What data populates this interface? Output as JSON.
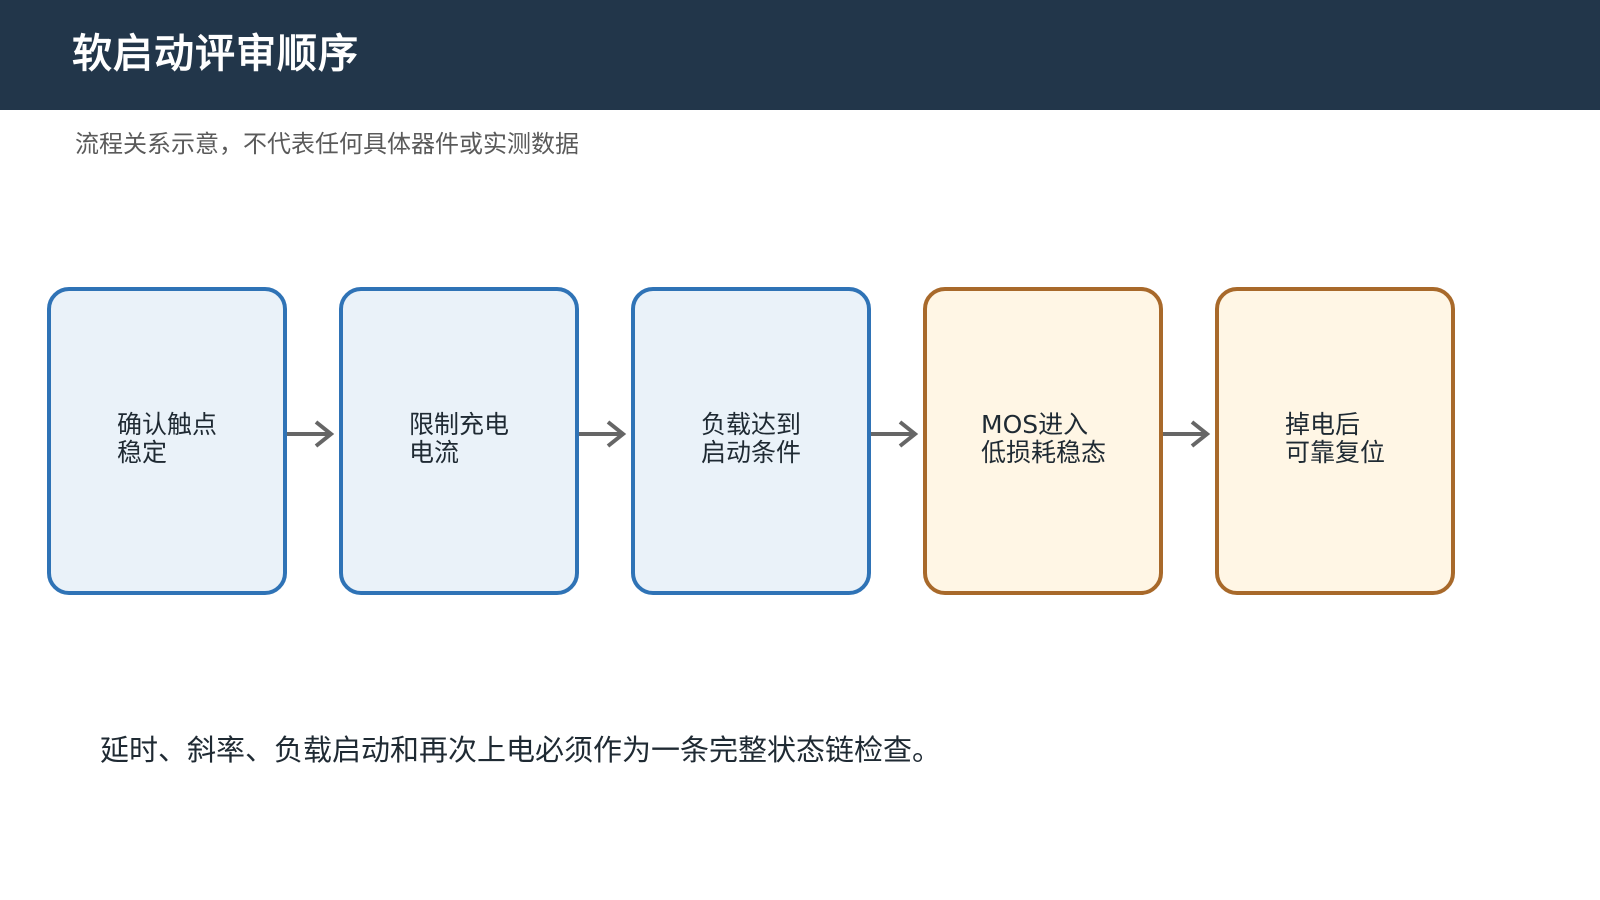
{
  "header": {
    "title": "软启动评审顺序"
  },
  "subtitle": "流程关系示意，不代表任何具体器件或实测数据",
  "diagram": {
    "steps": [
      {
        "line1": "确认触点",
        "line2": "稳定",
        "color": "#2f73b6"
      },
      {
        "line1": "限制充电",
        "line2": "电流",
        "color": "#2f73b6"
      },
      {
        "line1": "负载达到",
        "line2": "启动条件",
        "color": "#2f73b6"
      },
      {
        "line1": "MOS进入",
        "line2": "低损耗稳态",
        "color": "#a8692a"
      },
      {
        "line1": "掉电后",
        "line2": "可靠复位",
        "color": "#a8692a"
      }
    ],
    "arrow_color": "#666666"
  },
  "footer": {
    "note": "延时、斜率、负载启动和再次上电必须作为一条完整状态链检查。"
  }
}
